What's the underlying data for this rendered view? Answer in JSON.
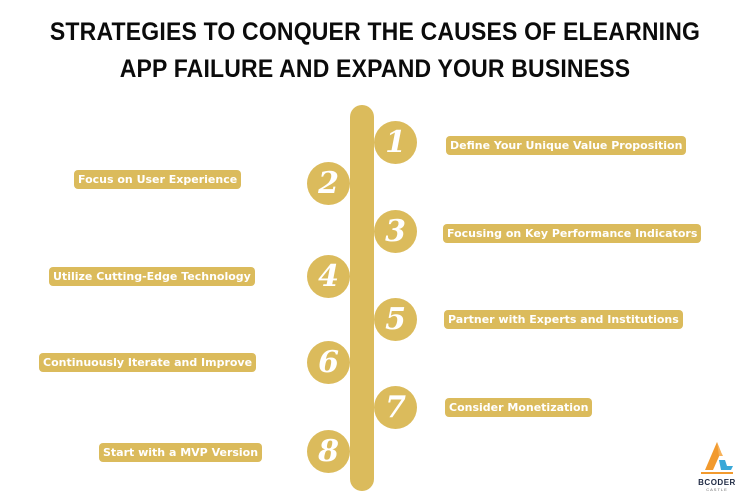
{
  "title": {
    "line1": "STRATEGIES TO CONQUER THE CAUSES OF ELEARNING",
    "line2": "APP FAILURE AND EXPAND YOUR BUSINESS"
  },
  "colors": {
    "accent": "#dbbb5c",
    "text_on_accent": "#ffffff",
    "title": "#0b0b0b"
  },
  "steps": [
    {
      "number": "1",
      "label": "Define Your Unique Value Proposition",
      "side": "right"
    },
    {
      "number": "2",
      "label": "Focus on User Experience",
      "side": "left"
    },
    {
      "number": "3",
      "label": "Focusing on Key Performance Indicators",
      "side": "right"
    },
    {
      "number": "4",
      "label": "Utilize Cutting-Edge Technology",
      "side": "left"
    },
    {
      "number": "5",
      "label": "Partner with Experts and Institutions",
      "side": "right"
    },
    {
      "number": "6",
      "label": "Continuously Iterate and Improve",
      "side": "left"
    },
    {
      "number": "7",
      "label": "Consider Monetization",
      "side": "right"
    },
    {
      "number": "8",
      "label": "Start with a MVP Version",
      "side": "left"
    }
  ],
  "logo": {
    "name": "BCODER",
    "tagline": "CASTLE"
  }
}
